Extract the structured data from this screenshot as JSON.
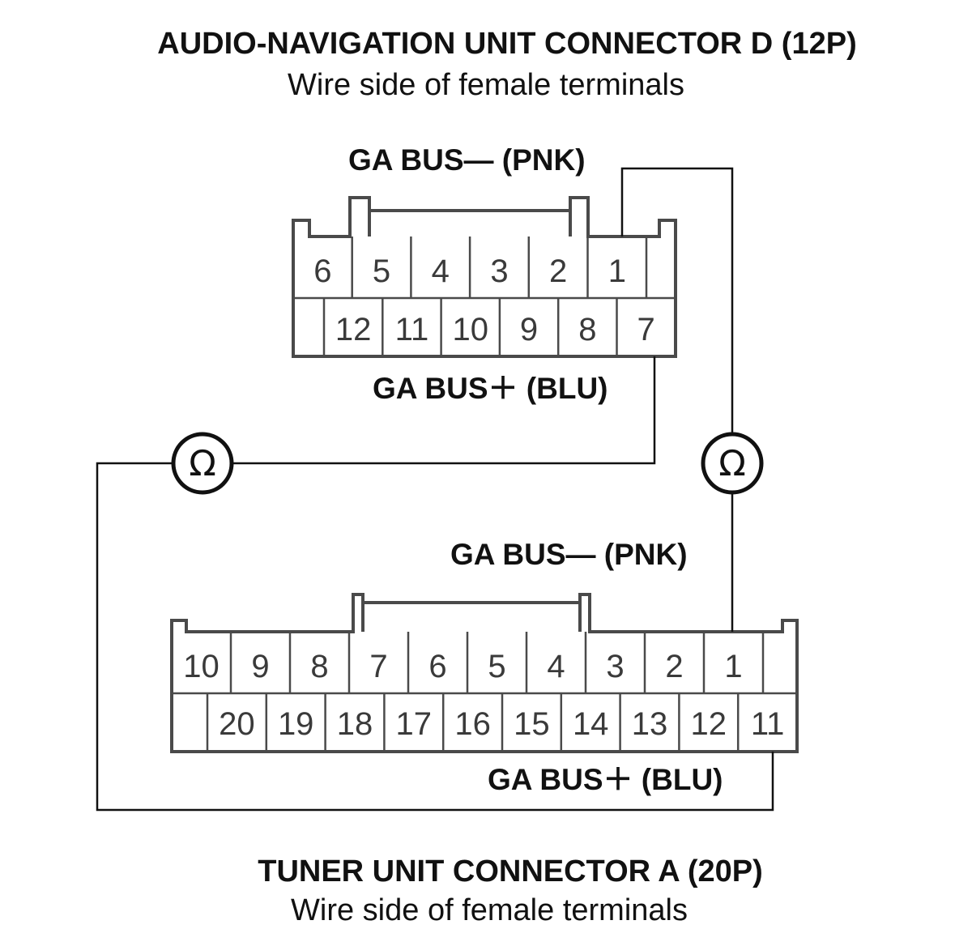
{
  "connector_d": {
    "title": "AUDIO-NAVIGATION UNIT CONNECTOR D (12P)",
    "subtitle": "Wire side of female terminals",
    "top_pins": [
      "6",
      "5",
      "4",
      "3",
      "2",
      "1"
    ],
    "bottom_pins": [
      "12",
      "11",
      "10",
      "9",
      "8",
      "7"
    ],
    "label_minus": "GA BUS— (PNK)",
    "label_plus": "GA BUS＋ (BLU)"
  },
  "connector_a": {
    "title": "TUNER UNIT CONNECTOR A (20P)",
    "subtitle": "Wire side of female terminals",
    "top_pins": [
      "10",
      "9",
      "8",
      "7",
      "6",
      "5",
      "4",
      "3",
      "2",
      "1"
    ],
    "bottom_pins": [
      "20",
      "19",
      "18",
      "17",
      "16",
      "15",
      "14",
      "13",
      "12",
      "11"
    ],
    "label_minus": "GA BUS— (PNK)",
    "label_plus": "GA BUS＋ (BLU)"
  },
  "meters": {
    "left_symbol": "Ω",
    "right_symbol": "Ω"
  }
}
